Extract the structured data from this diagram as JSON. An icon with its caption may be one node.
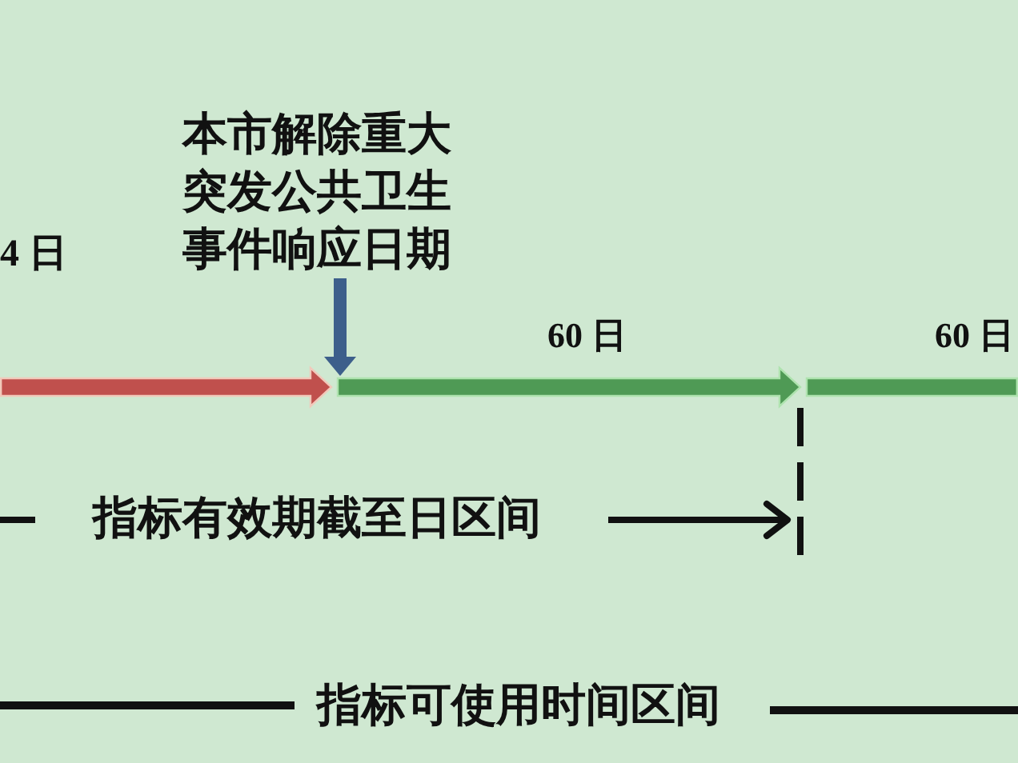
{
  "diagram": {
    "nodes": [
      {
        "text": [
          "本市解除重大突发公共卫生事件响应日期"
        ]
      },
      {
        "text": [],
        "shape": "arrow",
        "beside": [
          "4 日"
        ]
      },
      {
        "text": [],
        "shape": "arrow",
        "beside": [
          "60 日"
        ]
      },
      {
        "text": [],
        "shape": "bar",
        "beside": [
          "60 日"
        ]
      }
    ],
    "edges": [
      {
        "from": 0,
        "to": 2,
        "arrow": "to",
        "color": "#3d5f8b"
      }
    ],
    "labels": [
      "指标有效期截至日区间",
      "指标可使用时间区间"
    ]
  }
}
